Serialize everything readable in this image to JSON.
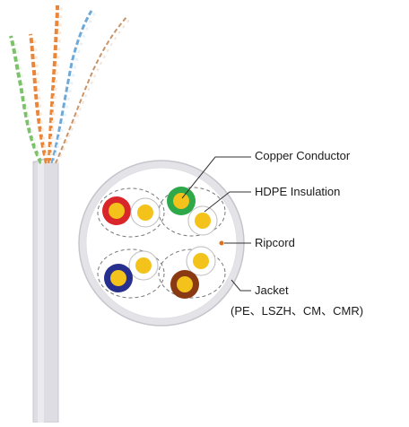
{
  "labels": {
    "conductor": "Copper Conductor",
    "insulation": "HDPE Insulation",
    "ripcord": "Ripcord",
    "jacket": "Jacket",
    "jacket_materials": "(PE、LSZH、CM、CMR)"
  },
  "colors": {
    "jacket": "#dedde3",
    "copper": "#f3c21b",
    "red": "#d8262b",
    "green": "#2fa84a",
    "blue": "#272f8e",
    "brown": "#8a3a12",
    "wire_orange": "#e9863a",
    "wire_green": "#7cc26a",
    "wire_blue": "#6fa9d8",
    "wire_brown": "#c8946a",
    "ripcord": "#e07020",
    "leader_line": "#333333"
  },
  "pairs": [
    {
      "name": "red-pair",
      "color": "red"
    },
    {
      "name": "green-pair",
      "color": "green"
    },
    {
      "name": "blue-pair",
      "color": "blue"
    },
    {
      "name": "brown-pair",
      "color": "brown"
    }
  ]
}
